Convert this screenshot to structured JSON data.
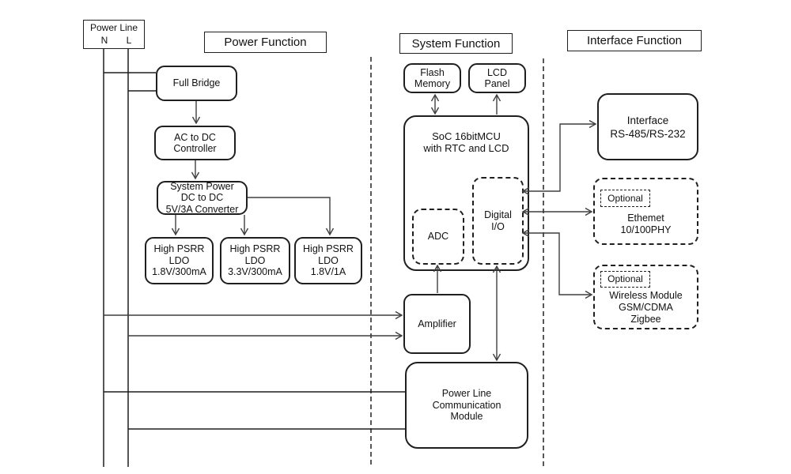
{
  "colors": {
    "connector": "#3f3f3f",
    "rail": "#1f1f1f",
    "box_border": "#1f1f1f",
    "background": "#ffffff"
  },
  "power_line_header": {
    "title": "Power Line",
    "n_label": "N",
    "l_label": "L"
  },
  "sections": {
    "power": {
      "title": "Power Function"
    },
    "system": {
      "title": "System Function"
    },
    "interface": {
      "title": "Interface Function"
    }
  },
  "blocks": {
    "full_bridge": {
      "label": "Full Bridge"
    },
    "ac_to_dc_controller": {
      "label": "AC to DC\nController"
    },
    "system_power_converter": {
      "label": "System Power\nDC to DC\n5V/3A Converter"
    },
    "ldo_1v8_300ma": {
      "label": "High PSRR\nLDO\n1.8V/300mA"
    },
    "ldo_3v3_300ma": {
      "label": "High PSRR\nLDO\n3.3V/300mA"
    },
    "ldo_1v8_1a": {
      "label": "High PSRR\nLDO\n1.8V/1A"
    },
    "flash_memory": {
      "label": "Flash\nMemory"
    },
    "lcd_panel": {
      "label": "LCD\nPanel"
    },
    "soc": {
      "label": "SoC 16bitMCU\nwith RTC and LCD"
    },
    "adc": {
      "label": "ADC"
    },
    "digital_io": {
      "label": "Digital\nI/O"
    },
    "amplifier": {
      "label": "Amplifier"
    },
    "plc_module": {
      "label": "Power Line\nCommunication\nModule"
    },
    "rs_interface": {
      "label": "Interface\nRS-485/RS-232"
    },
    "ethernet": {
      "optional_label": "Optional",
      "label": "Ethemet\n10/100PHY"
    },
    "wireless": {
      "optional_label": "Optional",
      "label": "Wireless Module\nGSM/CDMA\nZigbee"
    }
  }
}
